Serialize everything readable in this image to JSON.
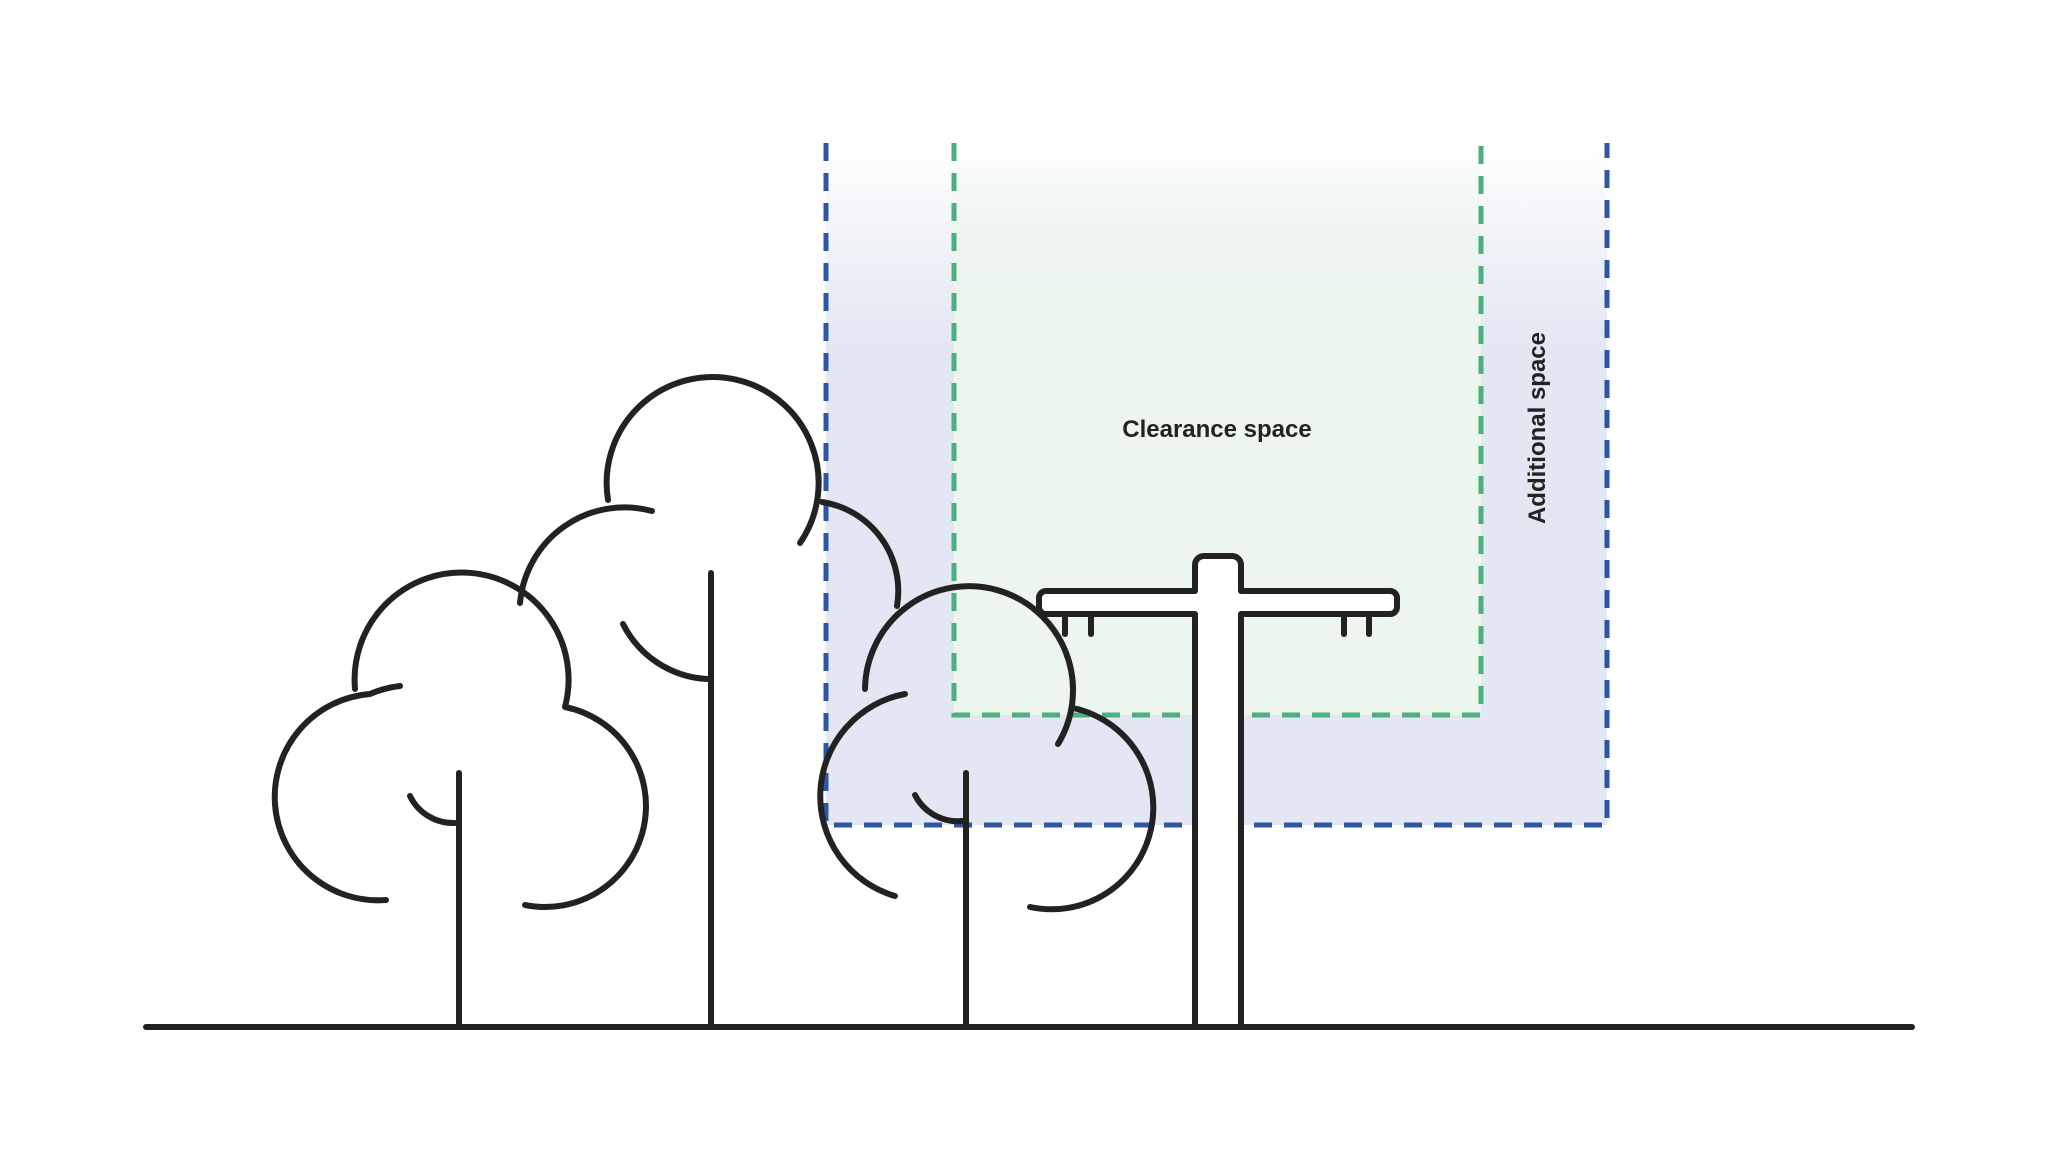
{
  "labels": {
    "clearance": "Clearance space",
    "additional": "Additional space"
  },
  "colors": {
    "additional_border": "#2e56a3",
    "additional_fill": "#e3e6f3",
    "clearance_border": "#4caf7d",
    "clearance_fill": "#ecf5ee",
    "line": "#222222",
    "background": "#ffffff"
  },
  "elements": {
    "trees": 3,
    "power_pole": 1
  }
}
